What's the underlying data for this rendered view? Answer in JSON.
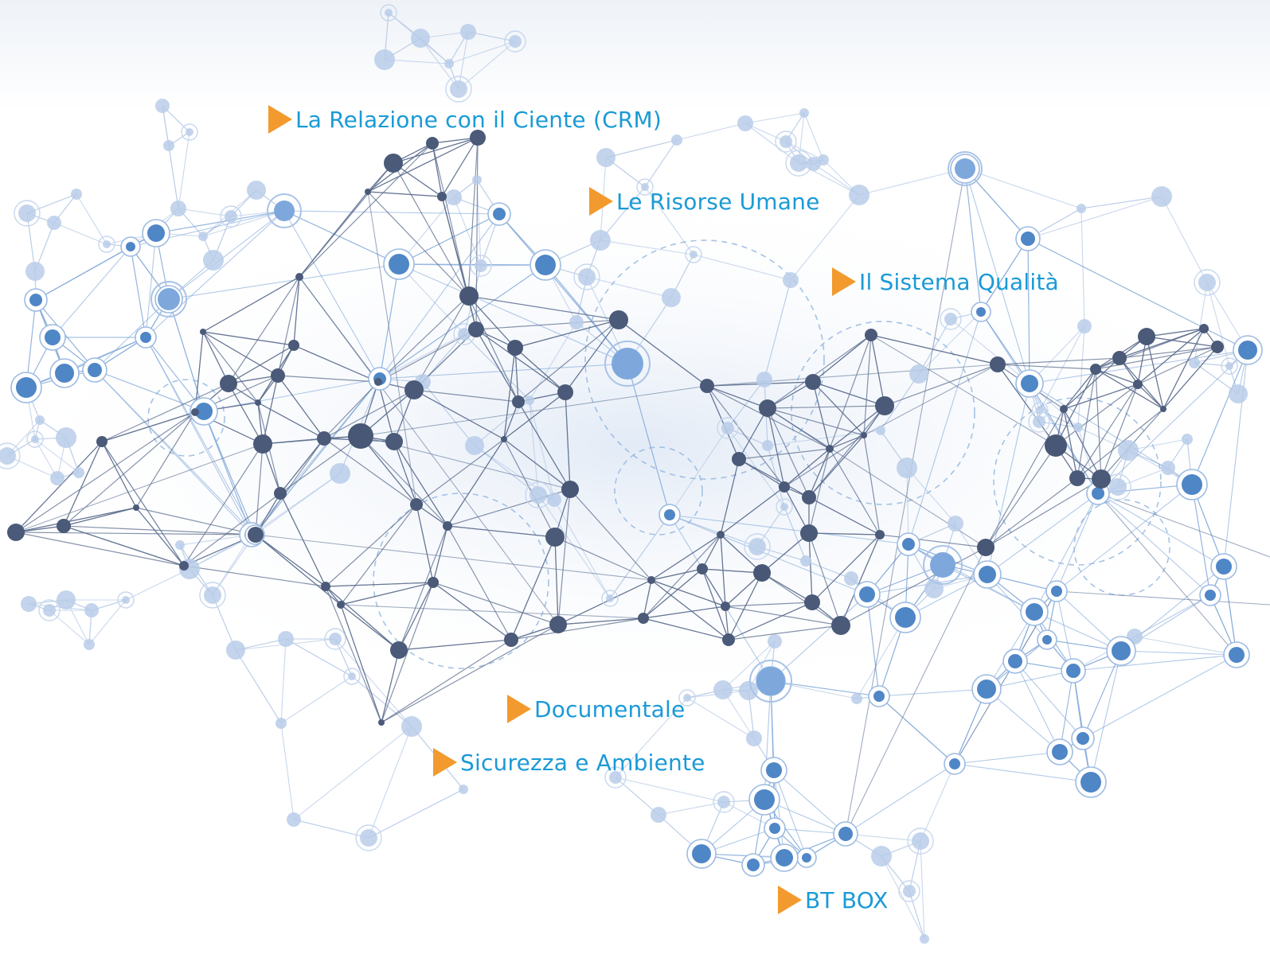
{
  "colors": {
    "accent_text": "#1a9ad6",
    "arrow": "#f39a2e",
    "node_dark": "#4a5a78",
    "node_mid": "#4f86c6",
    "node_light": "#b9cde9"
  },
  "icons": {
    "bullet": "triangle-right-icon"
  },
  "links": [
    {
      "label": "La Relazione con il Ciente (CRM)"
    },
    {
      "label": "Le Risorse Umane"
    },
    {
      "label": "Il Sistema Qualità"
    },
    {
      "label": "Documentale"
    },
    {
      "label": "Sicurezza e Ambiente"
    },
    {
      "label": "BT BOX"
    }
  ]
}
